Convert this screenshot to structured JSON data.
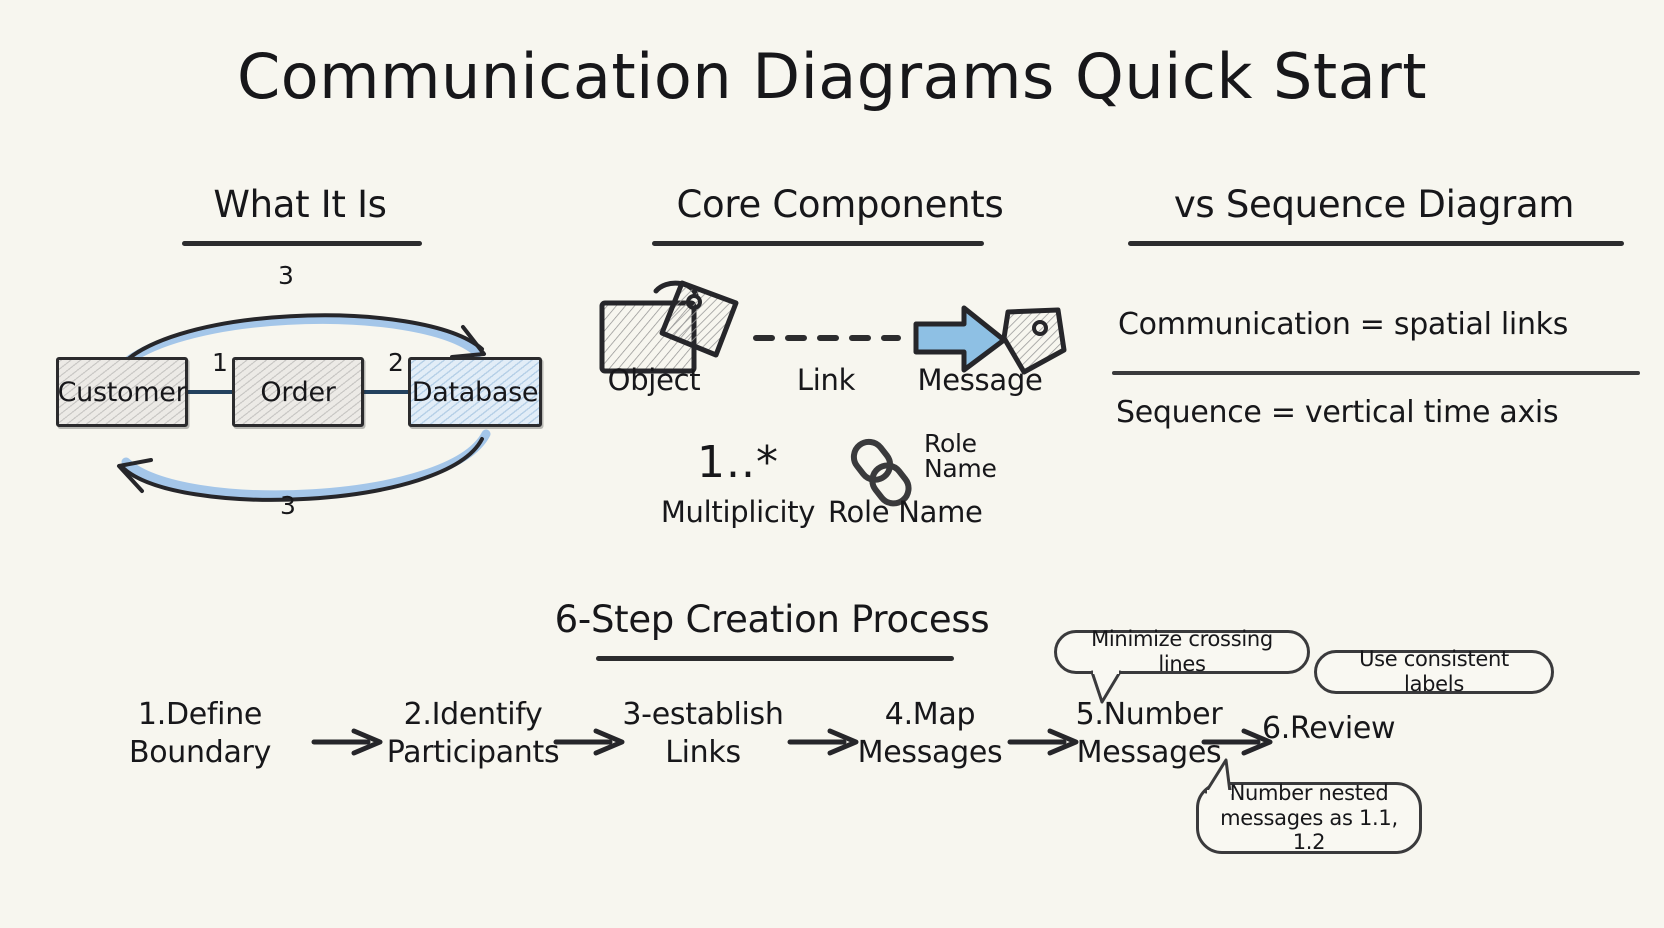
{
  "page": {
    "title": "Communication Diagrams Quick Start",
    "background_color": "#f7f6ef",
    "ink_color": "#17171a",
    "accent_blue": "#8ec0e4",
    "link_blue": "#23415e"
  },
  "sections": {
    "what_it_is": {
      "heading": "What It Is",
      "objects": [
        {
          "label": "Customer",
          "tint": "none"
        },
        {
          "label": "Order",
          "tint": "none"
        },
        {
          "label": "Database",
          "tint": "blue"
        }
      ],
      "link_numbers": [
        "1",
        "2"
      ],
      "curved_message_top": "3",
      "curved_message_bottom": "3"
    },
    "core_components": {
      "heading": "Core Components",
      "items": [
        {
          "icon": "object-tag-icon",
          "label": "Object"
        },
        {
          "icon": "dashed-link-icon",
          "label": "Link"
        },
        {
          "icon": "blue-arrow-tag-icon",
          "label": "Message"
        }
      ],
      "multiplicity": {
        "value": "1..*",
        "label": "Multiplicity"
      },
      "role_name": {
        "icon": "chain-link-icon",
        "badge_line1": "Role",
        "badge_line2": "Name",
        "label": "Role Name"
      }
    },
    "vs_sequence": {
      "heading": "vs Sequence Diagram",
      "rows": [
        "Communication = spatial links",
        "Sequence = vertical time axis"
      ]
    },
    "process": {
      "heading": "6-Step Creation Process",
      "steps": [
        {
          "line1": "1.Define",
          "line2": "Boundary"
        },
        {
          "line1": "2.Identify",
          "line2": "Participants"
        },
        {
          "line1": "3-establish",
          "line2": "Links"
        },
        {
          "line1": "4.Map",
          "line2": "Messages"
        },
        {
          "line1": "5.Number",
          "line2": "Messages"
        },
        {
          "line1": "6.Review",
          "line2": ""
        }
      ],
      "callouts": [
        {
          "text": "Minimize crossing lines",
          "tail": "down-left"
        },
        {
          "text": "Use consistent labels",
          "tail": "none"
        },
        {
          "line1": "Number nested",
          "line2": "messages as 1.1, 1.2",
          "tail": "up-left"
        }
      ]
    }
  }
}
